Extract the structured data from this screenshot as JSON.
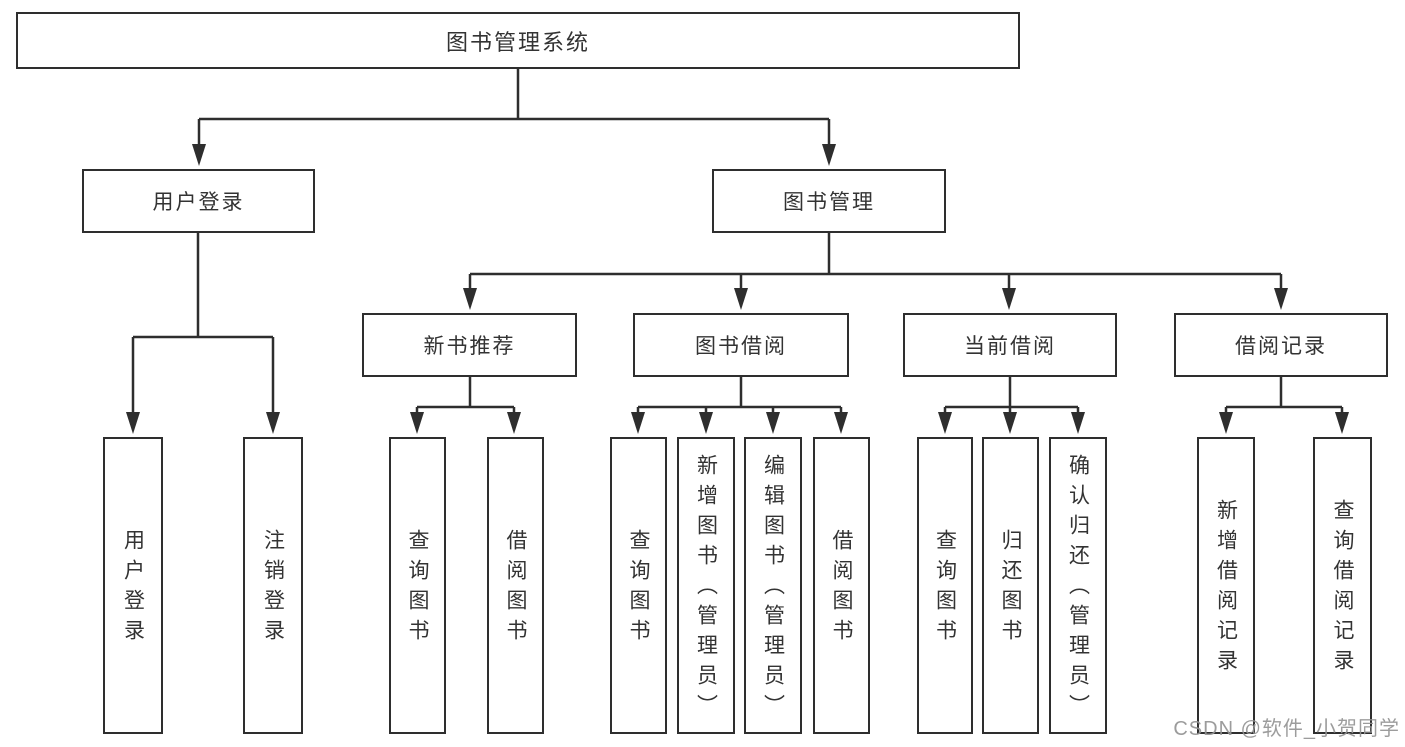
{
  "tree": {
    "root": {
      "label": "图书管理系统"
    },
    "branches": [
      {
        "label": "用户登录",
        "children": [
          "用户登录",
          "注销登录"
        ]
      },
      {
        "label": "图书管理",
        "children": [
          "新书推荐",
          "图书借阅",
          "当前借阅",
          "借阅记录"
        ]
      }
    ],
    "modules": [
      {
        "label": "新书推荐",
        "children": [
          "查询图书",
          "借阅图书"
        ]
      },
      {
        "label": "图书借阅",
        "children": [
          "查询图书",
          "新增图书（管理员）",
          "编辑图书（管理员）",
          "借阅图书"
        ]
      },
      {
        "label": "当前借阅",
        "children": [
          "查询图书",
          "归还图书",
          "确认归还（管理员）"
        ]
      },
      {
        "label": "借阅记录",
        "children": [
          "新增借阅记录",
          "查询借阅记录"
        ]
      }
    ]
  },
  "watermark": "CSDN @软件_小贺同学",
  "colors": {
    "line": "#2e2e2e",
    "text": "#333333",
    "watermark": "#949494",
    "background": "#ffffff"
  }
}
